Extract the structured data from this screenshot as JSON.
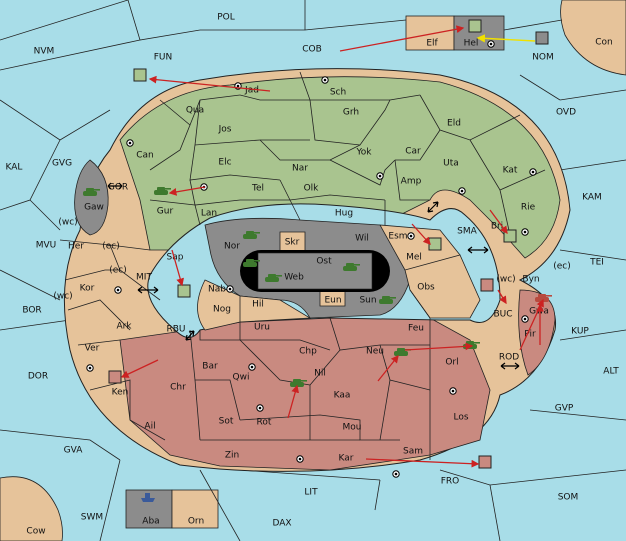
{
  "colors": {
    "sea": "#a8dde8",
    "tan": "#e6c39a",
    "green": "#a9c48f",
    "red": "#c98a80",
    "grey": "#8c8c8c",
    "unit_green": "#3e7a2e",
    "unit_red": "#b84a3e",
    "order": "#cc2222",
    "support": "#f0e000"
  },
  "sea_labels": {
    "pol": "POL",
    "nvm": "NVM",
    "fun": "FUN",
    "cob": "COB",
    "nom": "NOM",
    "con": "Con",
    "ovd": "OVD",
    "kal": "KAL",
    "gvg": "GVG",
    "kam": "KAM",
    "gor": "GOR",
    "mvu": "MVU",
    "mit": "MIT",
    "sma": "SMA",
    "tei": "TEI",
    "bor": "BOR",
    "rbu": "RBU",
    "buc": "BUC",
    "kup": "KUP",
    "dor": "DOR",
    "rod": "ROD",
    "alt": "ALT",
    "gvp": "GVP",
    "gva": "GVA",
    "fro": "FRO",
    "som": "SOM",
    "lit": "LIT",
    "swm": "SWM",
    "dax": "DAX",
    "cow": "Cow"
  },
  "land_labels": {
    "elf": "Elf",
    "hel": "Hel",
    "jad": "Jad",
    "sch": "Sch",
    "qua": "Qua",
    "jos": "Jos",
    "grh": "Grh",
    "eld": "Eld",
    "can": "Can",
    "elc": "Elc",
    "nar": "Nar",
    "yok": "Yok",
    "car": "Car",
    "uta": "Uta",
    "kat": "Kat",
    "gaw": "Gaw",
    "gur": "Gur",
    "tel": "Tel",
    "olk": "Olk",
    "amp": "Amp",
    "rie": "Rie",
    "lan": "Lan",
    "hug": "Hug",
    "bri": "Bri",
    "wc1": "(wc)",
    "her": "Her",
    "ec1": "(ec)",
    "nor": "Nor",
    "skr": "Skr",
    "wil": "Wil",
    "esm": "Esm",
    "sap": "Sap",
    "ost": "Ost",
    "mel": "Mel",
    "web": "Web",
    "ec2": "(ec)",
    "ec3": "(ec)",
    "kor": "Kor",
    "wc2": "(wc)",
    "byn": "Byn",
    "nab": "Nab",
    "eun": "Eun",
    "obs": "Obs",
    "hil": "Hil",
    "sun": "Sun",
    "wc3": "(wc)",
    "gwa": "Gwa",
    "nog": "Nog",
    "ark": "Ark",
    "pir": "Pir",
    "uru": "Uru",
    "feu": "Feu",
    "ver": "Ver",
    "chp": "Chp",
    "neu": "Neu",
    "bar": "Bar",
    "orl": "Orl",
    "qwi": "Qwi",
    "nil": "Nil",
    "ken": "Ken",
    "chr": "Chr",
    "kaa": "Kaa",
    "sot": "Sot",
    "rot": "Rot",
    "los": "Los",
    "ail": "Ail",
    "mou": "Mou",
    "sam": "Sam",
    "zin": "Zin",
    "kar": "Kar",
    "aba": "Aba",
    "orn": "Orn"
  }
}
